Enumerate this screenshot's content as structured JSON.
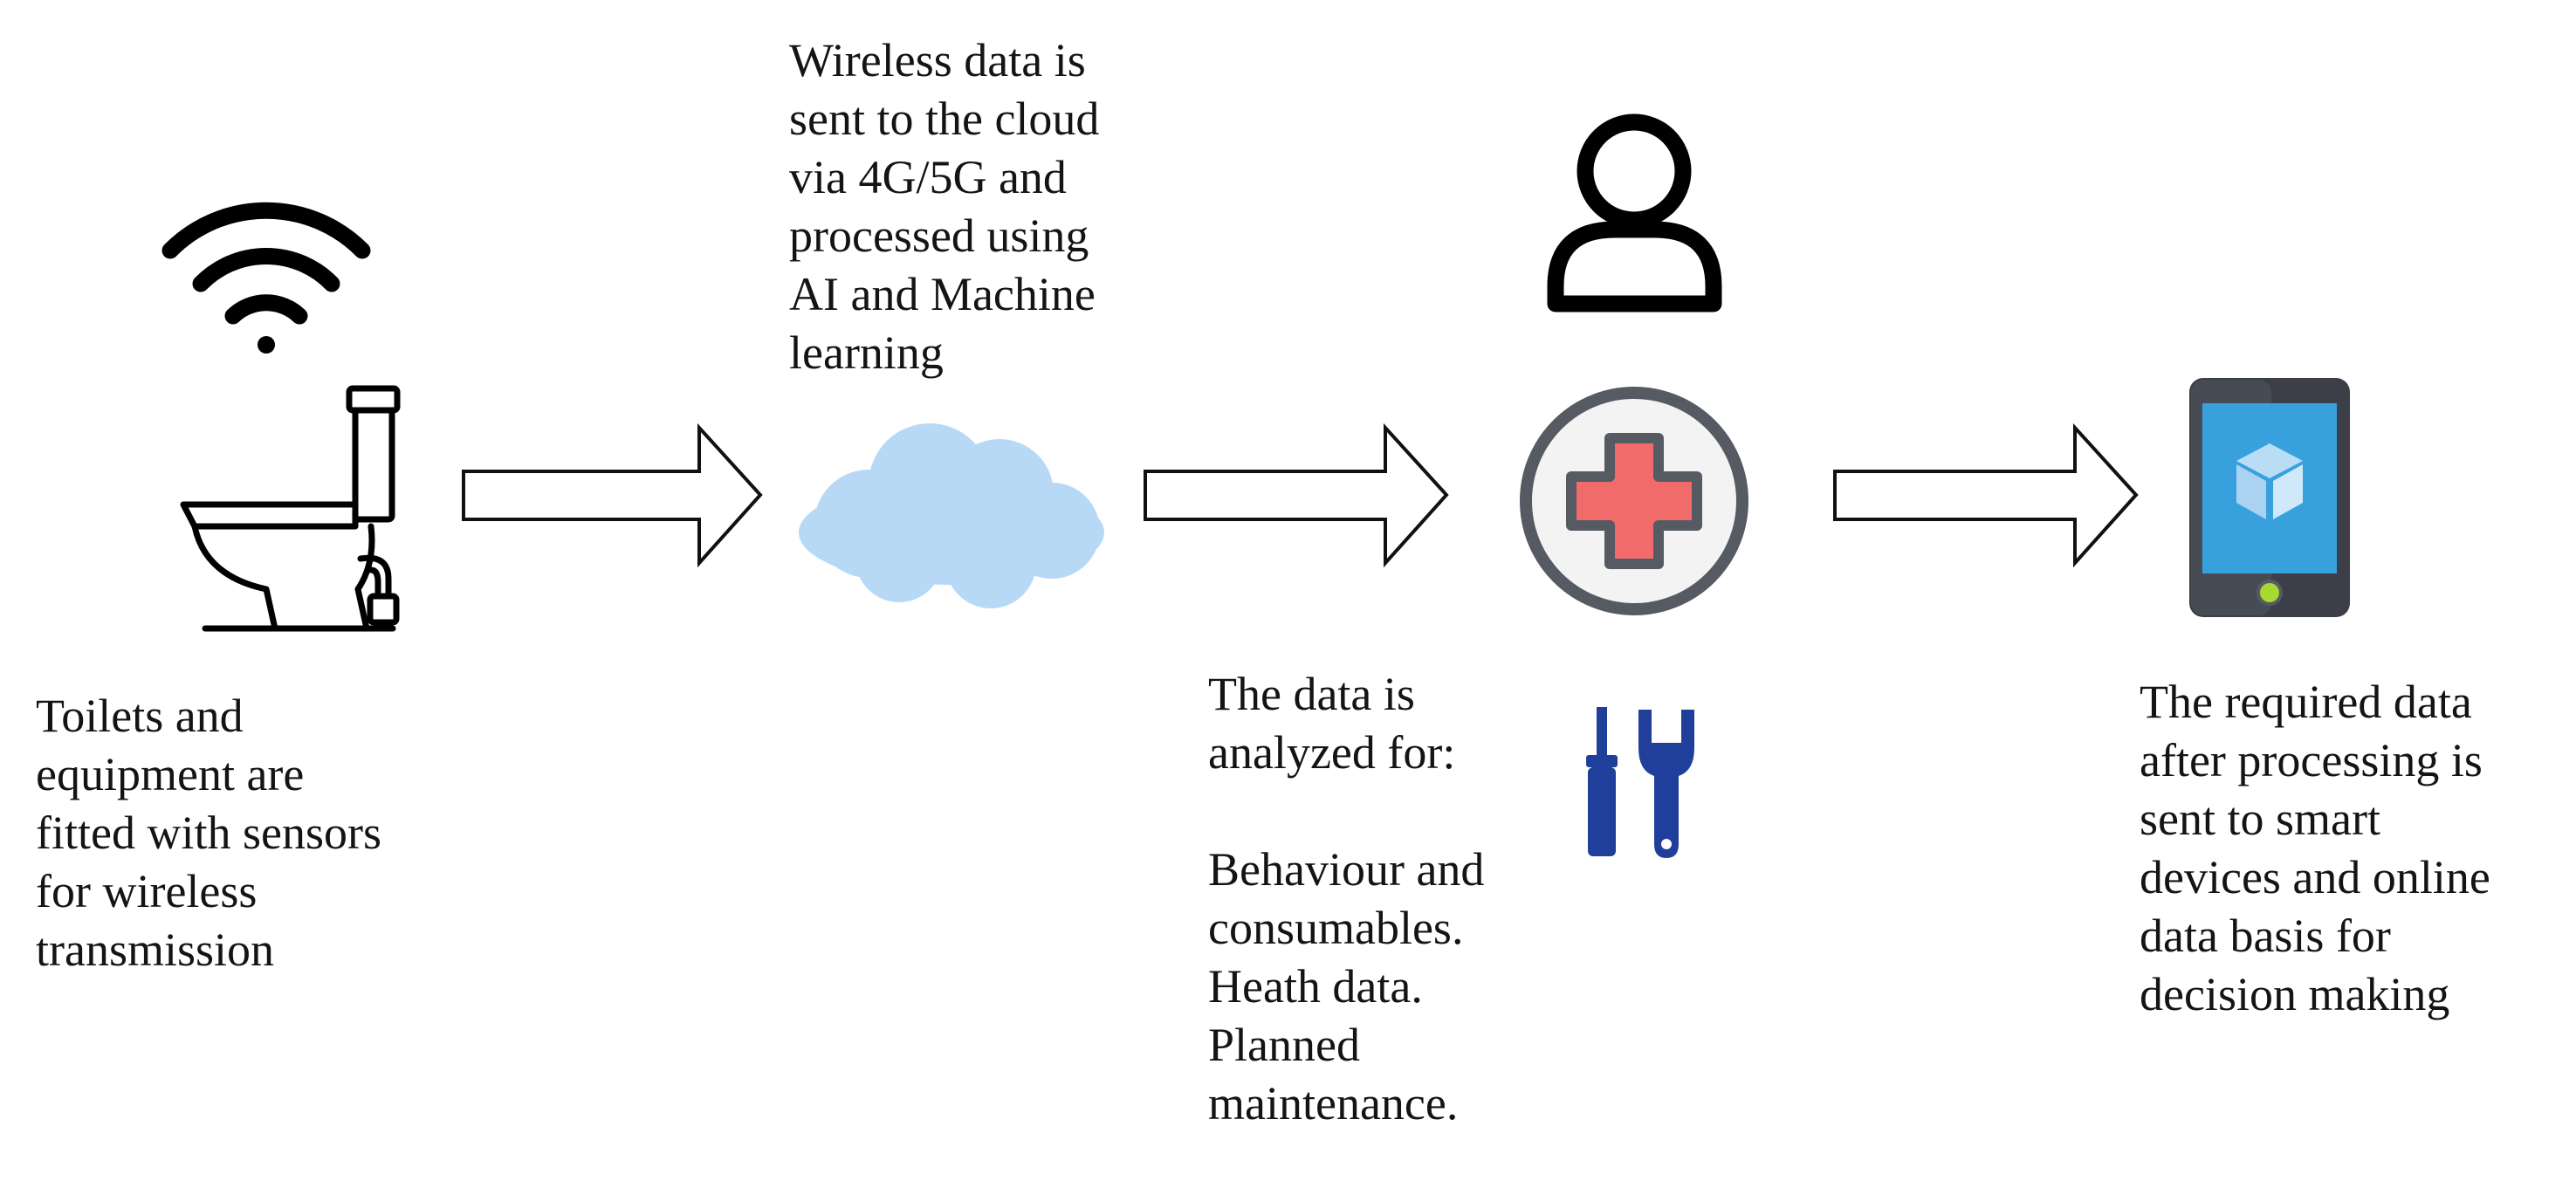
{
  "steps": [
    {
      "text": "Toilets and\nequipment are\nfitted with sensors\nfor wireless\ntransmission",
      "icons": [
        "wifi-icon",
        "toilet-icon"
      ]
    },
    {
      "text": "Wireless data is\nsent to the cloud\nvia 4G/5G and\nprocessed using\nAI and Machine\nlearning",
      "icons": [
        "cloud-icon"
      ]
    },
    {
      "text": "The data is\nanalyzed for:\n\nBehaviour and\nconsumables.\nHeath data.\nPlanned\nmaintenance.",
      "icons": [
        "user-icon",
        "medical-cross-icon",
        "tools-icon"
      ]
    },
    {
      "text": "The required data\nafter processing is\nsent to smart\ndevices and online\ndata basis for\ndecision making",
      "icons": [
        "smartphone-icon"
      ]
    }
  ],
  "colors": {
    "icon_black": "#000000",
    "cloud": "#b7d9f6",
    "medical_red": "#f26b6b",
    "medical_ring": "#555a63",
    "medical_fill": "#f3f3f3",
    "tools_blue": "#1f3f9a",
    "phone_body": "#3c3f47",
    "phone_screen": "#39a0de",
    "phone_button": "#a8d832"
  }
}
